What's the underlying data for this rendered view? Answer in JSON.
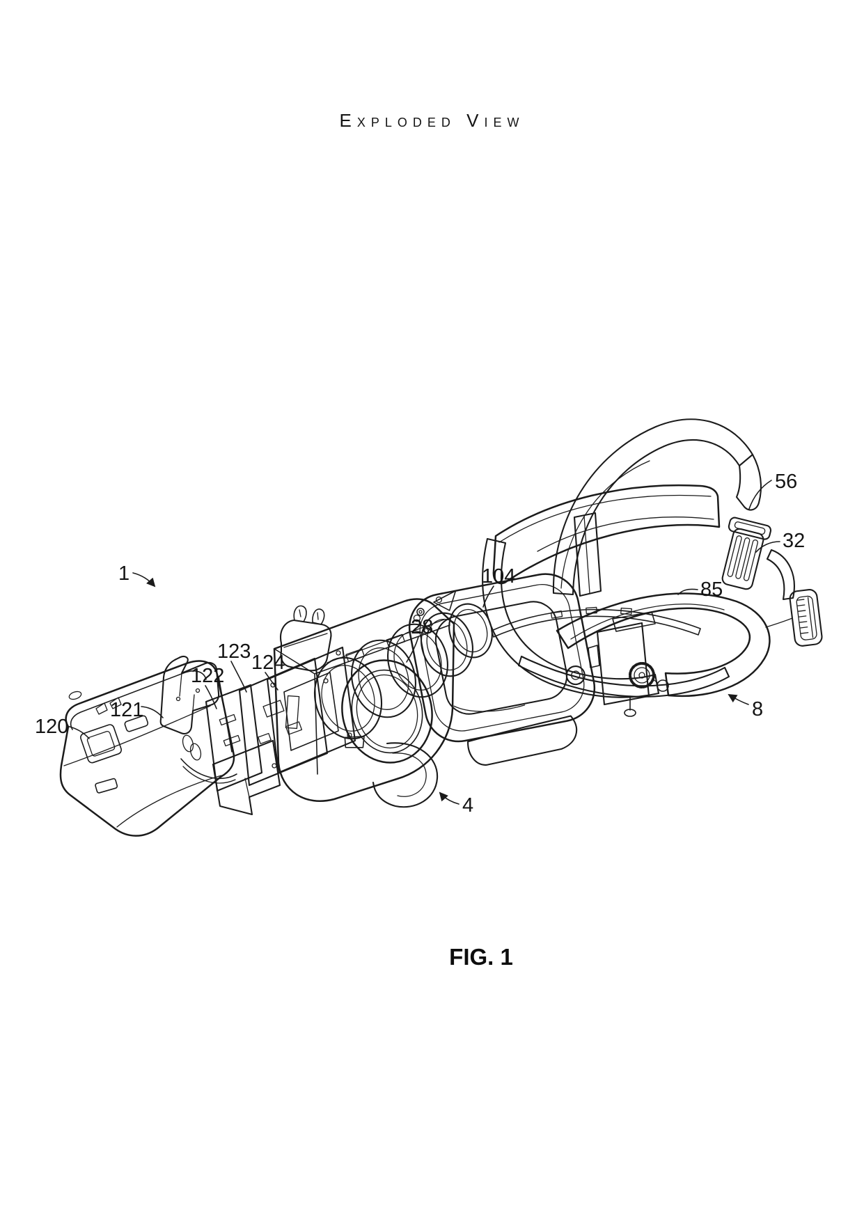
{
  "page": {
    "background_color": "#ffffff",
    "ink_color": "#1b1b1b",
    "header_title": "Exploded View",
    "figure_caption": "FIG. 1"
  },
  "figure": {
    "type": "patent-style exploded-view line drawing of a head-mounted display assembly",
    "reference_labels": [
      {
        "text": "1"
      },
      {
        "text": "56"
      },
      {
        "text": "32"
      },
      {
        "text": "85"
      },
      {
        "text": "104"
      },
      {
        "text": "28"
      },
      {
        "text": "123"
      },
      {
        "text": "124"
      },
      {
        "text": "122"
      },
      {
        "text": "121"
      },
      {
        "text": "120"
      },
      {
        "text": "4"
      },
      {
        "text": "8"
      }
    ]
  }
}
